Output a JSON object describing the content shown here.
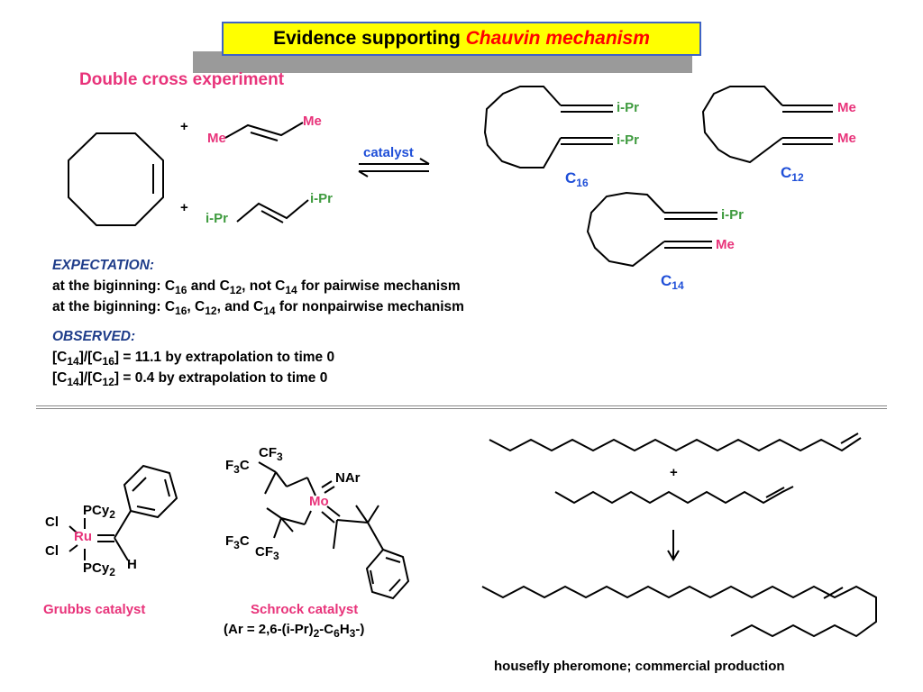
{
  "title": {
    "prefix": "Evidence supporting ",
    "accent": "Chauvin mechanism"
  },
  "section_title": "Double cross experiment",
  "reaction": {
    "plus": "+",
    "me": "Me",
    "ipr": "i-Pr",
    "catalyst": "catalyst",
    "c": "C",
    "n16": "16",
    "n12": "12",
    "n14": "14"
  },
  "expectation": {
    "heading": "EXPECTATION:",
    "line1_a": "at the biginning: C",
    "line1_b": " and C",
    "line1_c": ", not C",
    "line1_d": " for pairwise mechanism",
    "line2_a": "at the biginning: C",
    "line2_b": ", C",
    "line2_c": ", and C",
    "line2_d": " for nonpairwise mechanism"
  },
  "observed": {
    "heading": "OBSERVED:",
    "line1_a": "[C",
    "line1_b": "]/[C",
    "line1_c": "] = 11.1 by extrapolation to time 0",
    "line2_a": "[C",
    "line2_b": "]/[C",
    "line2_c": "] = 0.4 by extrapolation to time 0"
  },
  "grubbs": {
    "cl": "Cl",
    "ru": "Ru",
    "pcy": "PCy",
    "two": "2",
    "h": "H",
    "label": "Grubbs catalyst"
  },
  "schrock": {
    "f3c": "F",
    "three": "3",
    "c": "C",
    "cf3": "CF",
    "nar": "NAr",
    "mo": "Mo",
    "label": "Schrock catalyst",
    "note_a": "(Ar = 2,6-(i-Pr)",
    "note_b": "-C",
    "note_c": "H",
    "note_d": "-)",
    "two": "2",
    "six": "6",
    "three_b": "3"
  },
  "pheromone": {
    "plus": "+",
    "caption": "housefly pheromone; commercial production"
  }
}
